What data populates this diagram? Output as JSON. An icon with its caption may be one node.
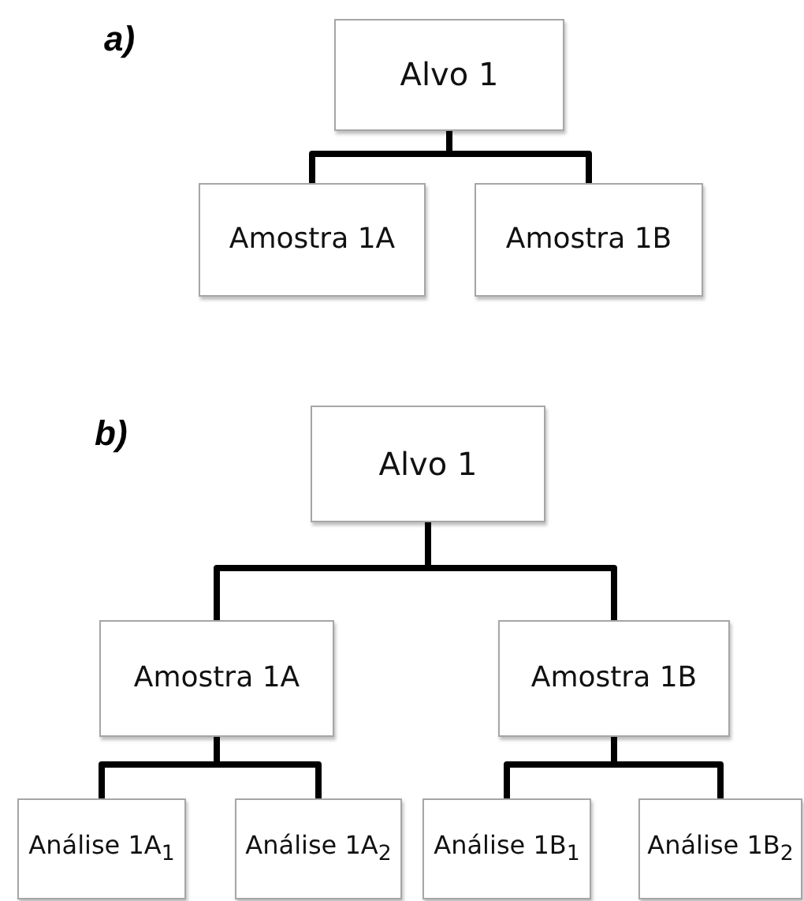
{
  "diagram": {
    "nodes": [
      {
        "text": [
          "Alvo 1"
        ]
      },
      {
        "text": [
          "Amostra 1A"
        ]
      },
      {
        "text": [
          "Amostra 1B"
        ]
      },
      {
        "text": [
          "Alvo 1"
        ]
      },
      {
        "text": [
          "Amostra 1A"
        ]
      },
      {
        "text": [
          "Amostra 1B"
        ]
      },
      {
        "text": [
          "Análise 1A$_{1}$"
        ]
      },
      {
        "text": [
          "Análise 1A$_{2}$"
        ]
      },
      {
        "text": [
          "Análise 1B$_{1}$"
        ]
      },
      {
        "text": [
          "Análise 1B$_{2}$"
        ]
      }
    ],
    "edges": [
      {
        "from": 0,
        "to": 1,
        "arrow": "none"
      },
      {
        "from": 0,
        "to": 2,
        "arrow": "none"
      },
      {
        "from": 3,
        "to": 4,
        "arrow": "none"
      },
      {
        "from": 3,
        "to": 5,
        "arrow": "none"
      },
      {
        "from": 4,
        "to": 6,
        "arrow": "none"
      },
      {
        "from": 4,
        "to": 7,
        "arrow": "none"
      },
      {
        "from": 5,
        "to": 8,
        "arrow": "none"
      },
      {
        "from": 5,
        "to": 9,
        "arrow": "none"
      }
    ],
    "labels": [
      "a)",
      "b)"
    ]
  }
}
